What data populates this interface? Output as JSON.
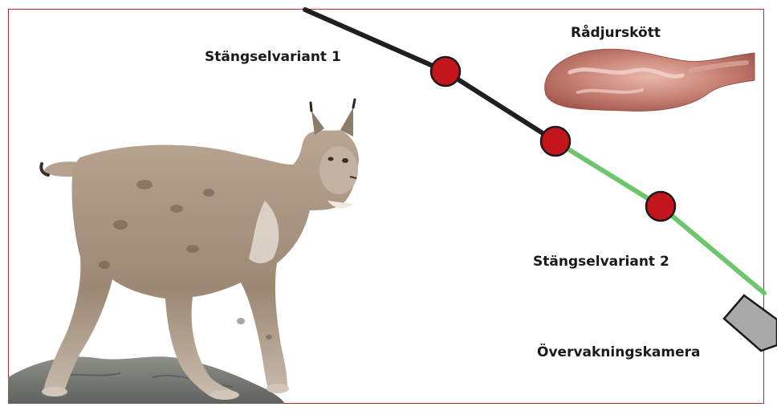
{
  "labels": {
    "fence_variant_1": "Stängselvariant 1",
    "fence_variant_2": "Stängselvariant 2",
    "deer_meat": "Rådjurskött",
    "camera": "Övervakningskamera"
  },
  "colors": {
    "frame": "#b52a2a",
    "fence_1": "#1f1f1f",
    "fence_2": "#6cc66c",
    "post": "#c4141c",
    "camera": "#a9a9a9"
  },
  "icons": {
    "lynx": "lynx-photo",
    "meat": "meat-photo",
    "camera": "camera-icon",
    "post": "fence-post-marker"
  }
}
